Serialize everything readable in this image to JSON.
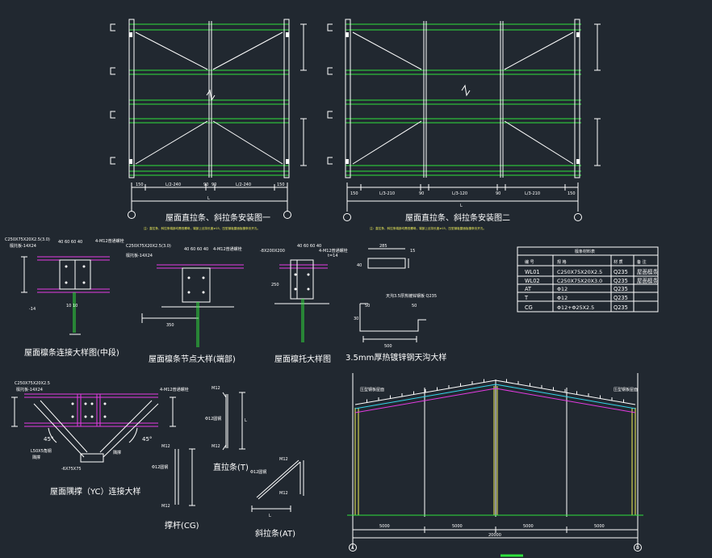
{
  "sheet": {
    "title_install_1": "屋面直拉条、斜拉条安装图一",
    "title_install_2": "屋面直拉条、斜拉条安装图二",
    "note_1": "注：直拉条、斜拉条端部均需双螺母，端部上丝扣长度≥15，压型钢板屋面板檩条处开孔。",
    "note_2": "注：直拉条、斜拉条端部均需双螺母，端部上丝扣长度≥15，压型钢板屋面板檩条处开孔。",
    "dims_1": {
      "left": "150",
      "seg_a": "L/2-240",
      "mid_a": "90",
      "mid_b": "90",
      "seg_b": "L/2-240",
      "right": "150",
      "total": "L"
    },
    "dims_2": {
      "left": "150",
      "seg_a": "L/3-210",
      "mid_a": "90",
      "seg_b": "L/3-120",
      "mid_b": "90",
      "seg_c": "L/3-210",
      "right": "150",
      "total": "L"
    },
    "detail_titles": {
      "purlin_joint": "屋面檩条连接大样图(中段)",
      "purlin_node": "屋面檩条节点大样(端部)",
      "purlin_support": "屋面檩托大样图",
      "gutter": "3.5mm厚热镀锌钢天沟大样",
      "brace": "屋面隅撑（YC）连接大样",
      "tie_rod": "直拉条(T)",
      "strut": "撑杆(CG)",
      "diag_rod": "斜拉条(AT)"
    },
    "detail_labels": {
      "c_section_a": "C250X75X20X2.5(3.0)",
      "c_section_b": "C250X75X20X2.5(3.0)",
      "bolts_a": "4-M12普通螺栓",
      "bolts_b": "4-M12普通螺栓",
      "bolts_c": "4-M12普通螺栓",
      "plate_a": "檩托板-14X24",
      "plate_b": "檩托板-14X24",
      "t14_a": "-14",
      "t14_b": "t=14",
      "dims_top": "40 60 60 40",
      "dims_rows": "10 10",
      "s350": "350",
      "s250": "250",
      "plate_200": "-8X200X200",
      "gutter_285": "285",
      "gutter_15": "15",
      "gutter_40": "40",
      "gutter_500": "500",
      "gutter_30": "30",
      "gutter_50a": "50",
      "gutter_50b": "50",
      "gutter_note": "天沟3.5厚热镀锌钢板 Q235",
      "brace_section": "C250X75X20X2.5",
      "brace_plate": "檩托板-14X24",
      "brace_l50": "L50X5角钢",
      "brace_note": "隅撑",
      "brace_45a": "45°",
      "brace_45b": "45°",
      "brace_plate2": "-6X75X75",
      "m12_a": "M12",
      "m12_b": "M12",
      "m12_c": "M12",
      "m12_d": "M12",
      "m12_e": "M12",
      "m12_f": "M12",
      "rod_a": "Φ12圆钢",
      "rod_b": "Φ12圆钢",
      "rod_c": "Φ12圆钢",
      "rod_len": "L",
      "diag_len": "L"
    },
    "table": {
      "title": "檩条材料表",
      "headers": [
        "编 号",
        "规 格",
        "材 质",
        "备 注"
      ],
      "rows": [
        [
          "WL01",
          "C250X75X20X2.5",
          "Q235",
          "屋面檩条"
        ],
        [
          "WL02",
          "C250X75X20X3.0",
          "Q235",
          "屋面檩条"
        ],
        [
          "AT",
          "Φ12",
          "Q235",
          ""
        ],
        [
          "T",
          "Φ12",
          "Q235",
          ""
        ],
        [
          "CG",
          "Φ12+Φ25X2.5",
          "Q235",
          ""
        ]
      ]
    },
    "frame": {
      "bays": [
        "5000",
        "5000",
        "5000",
        "5000"
      ],
      "total": "20000",
      "axis_left": "A",
      "axis_right": "D",
      "roof_note_l": "压型钢板屋面",
      "roof_note_r": "压型钢板屋面"
    },
    "colors": {
      "background": "#212830",
      "line": "#ffffff",
      "green": "#2fe23d",
      "magenta": "#e53be3",
      "yellow": "#f2f25a",
      "cyan": "#35d7ee"
    }
  }
}
